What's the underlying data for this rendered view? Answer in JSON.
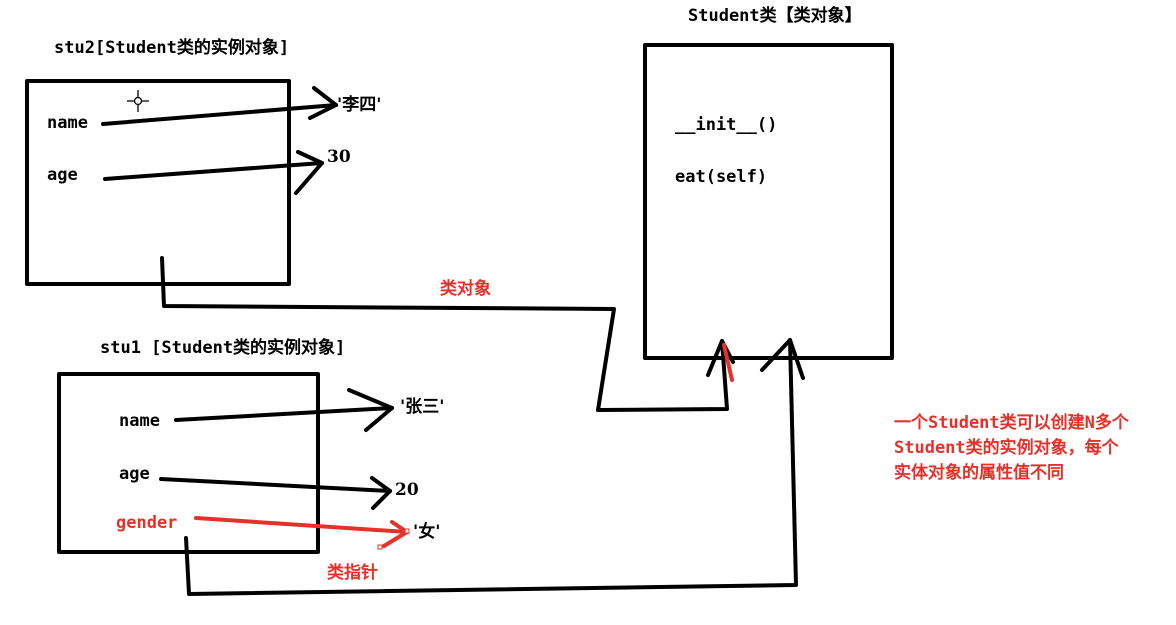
{
  "stu2": {
    "title": "stu2[Student类的实例对象]",
    "fields": [
      {
        "key": "name",
        "value": "'李四'"
      },
      {
        "key": "age",
        "value": "30"
      }
    ]
  },
  "stu1": {
    "title": "stu1  [Student类的实例对象]",
    "fields": [
      {
        "key": "name",
        "value": "'张三'"
      },
      {
        "key": "age",
        "value": "20"
      },
      {
        "key": "gender",
        "value": "'女'"
      }
    ]
  },
  "student_class": {
    "title": "Student类【类对象】",
    "methods": [
      "__init__()",
      "eat(self)"
    ]
  },
  "labels": {
    "class_object": "类对象",
    "class_pointer": "类指针"
  },
  "note": {
    "lines": [
      "一个Student类可以创建N多个",
      "Student类的实例对象，每个",
      "实体对象的属性值不同"
    ]
  },
  "colors": {
    "line": "#000000",
    "highlight": "#e8302a",
    "background": "#ffffff"
  },
  "icons": [
    "crosshair-cursor-icon"
  ]
}
